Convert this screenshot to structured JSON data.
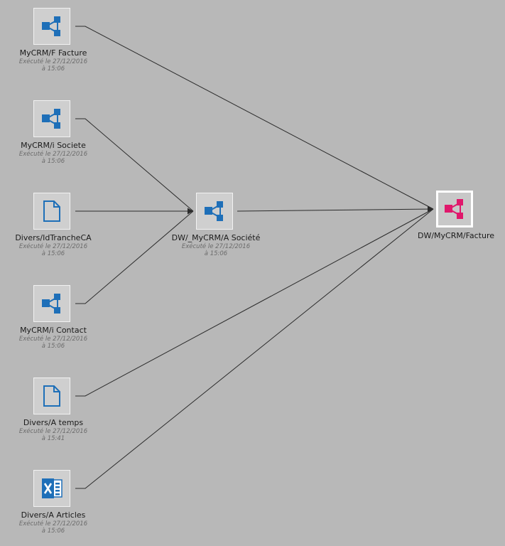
{
  "colors": {
    "accent_blue": "#1e6fb8",
    "accent_pink": "#e0186c",
    "edge": "#2b2b2b",
    "background": "#b8b8b8"
  },
  "nodes": [
    {
      "id": "n1",
      "label": "MyCRM/F Facture",
      "line1": "Exécuté le 27/12/2016",
      "line2": "à 15:06",
      "icon": "share-icon",
      "color": "#1e6fb8"
    },
    {
      "id": "n2",
      "label": "MyCRM/i Societe",
      "line1": "Exécuté le 27/12/2016",
      "line2": "à 15:06",
      "icon": "share-icon",
      "color": "#1e6fb8"
    },
    {
      "id": "n3",
      "label": "Divers/IdTrancheCA",
      "line1": "Exécuté le 27/12/2016",
      "line2": "à 15:06",
      "icon": "document-icon",
      "color": "#1e6fb8"
    },
    {
      "id": "n4",
      "label": "MyCRM/i Contact",
      "line1": "Exécuté le 27/12/2016",
      "line2": "à 15:06",
      "icon": "share-icon",
      "color": "#1e6fb8"
    },
    {
      "id": "n5",
      "label": "Divers/A temps",
      "line1": "Exécuté le 27/12/2016",
      "line2": "à 15:41",
      "icon": "document-icon",
      "color": "#1e6fb8"
    },
    {
      "id": "n6",
      "label": "Divers/A Articles",
      "line1": "Exécuté le 27/12/2016",
      "line2": "à 15:06",
      "icon": "excel-icon",
      "color": "#1e6fb8"
    },
    {
      "id": "n7",
      "label": "DW/_MyCRM/A Société",
      "line1": "Exécuté le 27/12/2016",
      "line2": "à 15:06",
      "icon": "share-icon",
      "color": "#1e6fb8"
    },
    {
      "id": "n8",
      "label": "DW/MyCRM/Facture",
      "line1": "",
      "line2": "",
      "icon": "share-icon",
      "color": "#e0186c",
      "selected": true
    }
  ],
  "edges": [
    {
      "from": "n1",
      "to": "n8"
    },
    {
      "from": "n2",
      "to": "n7"
    },
    {
      "from": "n3",
      "to": "n7"
    },
    {
      "from": "n4",
      "to": "n7"
    },
    {
      "from": "n7",
      "to": "n8"
    },
    {
      "from": "n5",
      "to": "n8"
    },
    {
      "from": "n6",
      "to": "n8"
    }
  ]
}
